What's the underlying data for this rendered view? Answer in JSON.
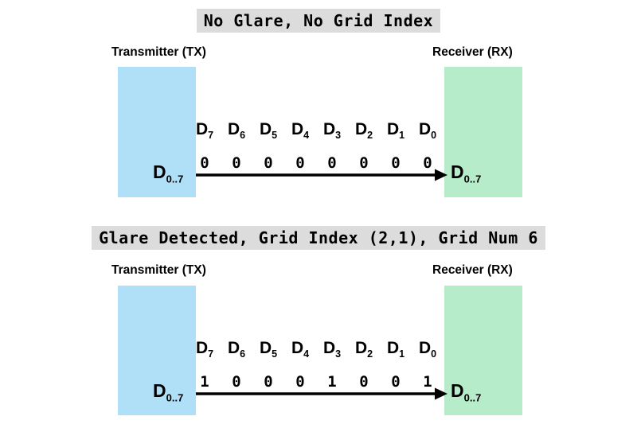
{
  "figure": {
    "background_color": "#ffffff",
    "tx_color": "#b0e0f8",
    "rx_color": "#b6ecc9",
    "title_band_color": "#dcdcdc",
    "arrow_color": "#000000"
  },
  "panels": [
    {
      "title": "No Glare, No Grid Index",
      "tx_caption": "Transmitter (TX)",
      "rx_caption": "Receiver (RX)",
      "tx_bus_letter": "D",
      "tx_bus_range": "0..7",
      "rx_bus_letter": "D",
      "rx_bus_range": "0..7",
      "bits": [
        {
          "letter": "D",
          "index": "7",
          "value": "0"
        },
        {
          "letter": "D",
          "index": "6",
          "value": "0"
        },
        {
          "letter": "D",
          "index": "5",
          "value": "0"
        },
        {
          "letter": "D",
          "index": "4",
          "value": "0"
        },
        {
          "letter": "D",
          "index": "3",
          "value": "0"
        },
        {
          "letter": "D",
          "index": "2",
          "value": "0"
        },
        {
          "letter": "D",
          "index": "1",
          "value": "0"
        },
        {
          "letter": "D",
          "index": "0",
          "value": "0"
        }
      ]
    },
    {
      "title": "Glare Detected, Grid Index (2,1), Grid Num 6",
      "tx_caption": "Transmitter (TX)",
      "rx_caption": "Receiver (RX)",
      "tx_bus_letter": "D",
      "tx_bus_range": "0..7",
      "rx_bus_letter": "D",
      "rx_bus_range": "0..7",
      "bits": [
        {
          "letter": "D",
          "index": "7",
          "value": "1"
        },
        {
          "letter": "D",
          "index": "6",
          "value": "0"
        },
        {
          "letter": "D",
          "index": "5",
          "value": "0"
        },
        {
          "letter": "D",
          "index": "4",
          "value": "0"
        },
        {
          "letter": "D",
          "index": "3",
          "value": "1"
        },
        {
          "letter": "D",
          "index": "2",
          "value": "0"
        },
        {
          "letter": "D",
          "index": "1",
          "value": "0"
        },
        {
          "letter": "D",
          "index": "0",
          "value": "1"
        }
      ]
    }
  ]
}
